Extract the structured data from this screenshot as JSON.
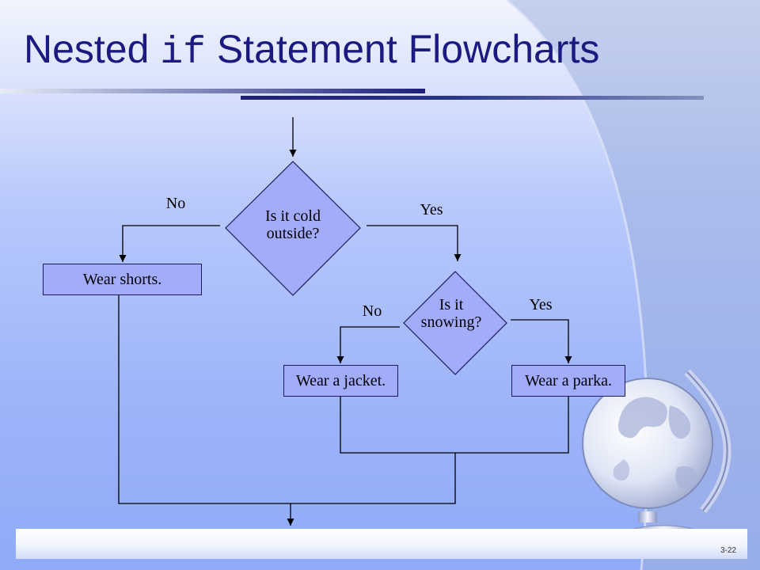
{
  "title": {
    "part1": "Nested ",
    "code": "if",
    "part2": " Statement Flowcharts"
  },
  "flowchart": {
    "decision_cold": {
      "line1": "Is it cold",
      "line2": "outside?"
    },
    "decision_snow": {
      "line1": "Is it",
      "line2": "snowing?"
    },
    "labels": {
      "no_cold": "No",
      "yes_cold": "Yes",
      "no_snow": "No",
      "yes_snow": "Yes"
    },
    "box_shorts": "Wear shorts.",
    "box_jacket": "Wear a jacket.",
    "box_parka": "Wear a parka."
  },
  "slide_number": "3-22",
  "colors": {
    "title": "#1a1a80",
    "shape_fill": "#a2acfb",
    "shape_stroke": "#1d1d5a",
    "line": "#000000"
  },
  "icons": {
    "globe": "globe-icon"
  }
}
